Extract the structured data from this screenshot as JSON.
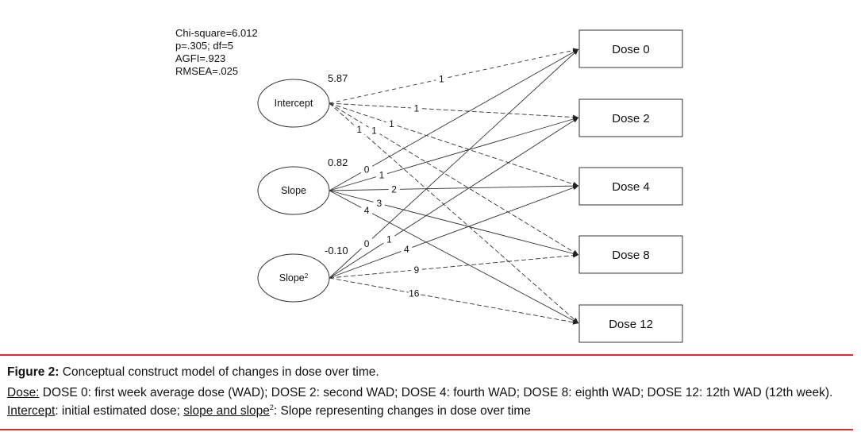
{
  "fit_stats": {
    "chi_square": "Chi-square=6.012",
    "p_df": "p=.305; df=5",
    "agfi": "AGFI=.923",
    "rmsea": "RMSEA=.025"
  },
  "latents": [
    {
      "id": "intercept",
      "label": "Intercept",
      "sup": "",
      "variance": "5.87"
    },
    {
      "id": "slope",
      "label": "Slope",
      "sup": "",
      "variance": "0.82"
    },
    {
      "id": "slope2",
      "label": "Slope",
      "sup": "2",
      "variance": "-0.10"
    }
  ],
  "observed": [
    "Dose 0",
    "Dose 2",
    "Dose 4",
    "Dose 8",
    "Dose 12"
  ],
  "paths": [
    {
      "from": "intercept",
      "to": 0,
      "label": "1"
    },
    {
      "from": "intercept",
      "to": 1,
      "label": "1"
    },
    {
      "from": "intercept",
      "to": 2,
      "label": "1"
    },
    {
      "from": "intercept",
      "to": 3,
      "label": "1"
    },
    {
      "from": "intercept",
      "to": 4,
      "label": "1"
    },
    {
      "from": "slope",
      "to": 0,
      "label": "0"
    },
    {
      "from": "slope",
      "to": 1,
      "label": "1"
    },
    {
      "from": "slope",
      "to": 2,
      "label": "2"
    },
    {
      "from": "slope",
      "to": 3,
      "label": "3"
    },
    {
      "from": "slope",
      "to": 4,
      "label": "4"
    },
    {
      "from": "slope2",
      "to": 0,
      "label": "0"
    },
    {
      "from": "slope2",
      "to": 1,
      "label": "1"
    },
    {
      "from": "slope2",
      "to": 2,
      "label": "4"
    },
    {
      "from": "slope2",
      "to": 3,
      "label": "9"
    },
    {
      "from": "slope2",
      "to": 4,
      "label": "16"
    }
  ],
  "caption": {
    "figure_label": "Figure 2:",
    "figure_text": " Conceptual construct model of changes in dose over time.",
    "dose_label": "Dose:",
    "dose_text": " DOSE 0: first week average dose (WAD); DOSE 2: second WAD; DOSE 4: fourth WAD; DOSE 8: eighth WAD; DOSE 12: 12th WAD (12th week).",
    "intercept_label": "Intercept",
    "intercept_text": ": initial estimated dose; ",
    "slope_label": "slope and slope",
    "slope_sup": "2",
    "slope_text": ": Slope representing changes in dose over time"
  },
  "colors": {
    "line": "#333333",
    "rule": "#d32f2f"
  }
}
